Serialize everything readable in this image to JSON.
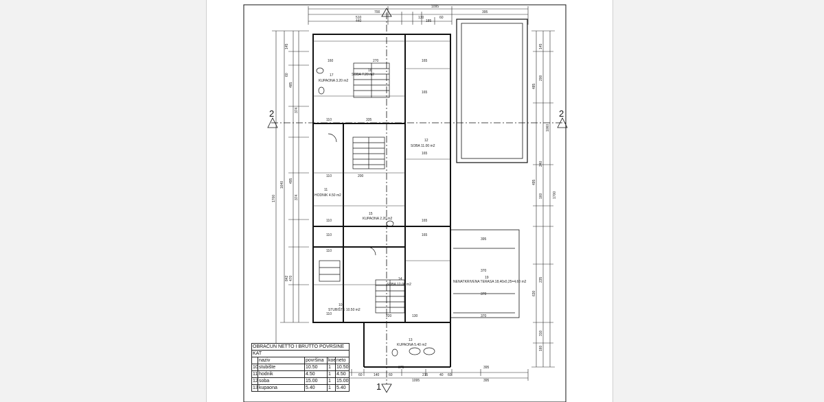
{
  "drawing": {
    "section_marker": "2",
    "bottom_marker": "1",
    "dims_top": {
      "overall": "1095",
      "left_part": "700",
      "segments_a": [
        "510",
        "130",
        "60"
      ],
      "right_part": "395",
      "segments_b": [
        "440",
        "185"
      ]
    },
    "dims_left": [
      "1700",
      "1640",
      "145",
      "60",
      "485",
      "374",
      "495",
      "374",
      "842",
      "470"
    ],
    "dims_right": [
      "145",
      "200",
      "485",
      "1060",
      "1700",
      "240",
      "495",
      "160",
      "235",
      "630",
      "310",
      "160"
    ],
    "dims_bottom": {
      "overall": "1095",
      "segments": [
        "95",
        "140",
        "60",
        "375",
        "215",
        "395",
        "60",
        "40",
        "60",
        "80"
      ]
    },
    "inner_dims": [
      "160",
      "270",
      "165",
      "165",
      "165",
      "165",
      "110",
      "335",
      "110",
      "110",
      "200",
      "110",
      "110",
      "110",
      "165",
      "395",
      "370",
      "370",
      "370",
      "220",
      "130"
    ],
    "rooms": [
      {
        "num": "17",
        "name": "KUPAONA 3.20 m2"
      },
      {
        "num": "16",
        "name": "SOBA 7.20 m2"
      },
      {
        "num": "12",
        "name": "SOBA 11.00 m2"
      },
      {
        "num": "11",
        "name": "HODNIK 4.50 m2"
      },
      {
        "num": "15",
        "name": "KUPAONA 2.20 m2"
      },
      {
        "num": "14",
        "name": "SOBA 12.00 m2"
      },
      {
        "num": "10",
        "name": "STUBIŠTE 10.50 m2"
      },
      {
        "num": "19",
        "name": "NENATKRIVENA TERASA 18,40x0,25=4,60 m2"
      },
      {
        "num": "13",
        "name": "KUPAONA 5.40 m2"
      }
    ]
  },
  "table": {
    "title": "OBRAČUN NETTO I BRUTTO POVRŠINE",
    "floor": "KAT",
    "headers": [
      "",
      "naziv",
      "površina",
      "koef.",
      "neto"
    ],
    "rows": [
      [
        "10",
        "stubište",
        "10.50",
        "1",
        "10.50"
      ],
      [
        "11",
        "hodnik",
        "4.50",
        "1",
        "4.50"
      ],
      [
        "12",
        "soba",
        "15.00",
        "1",
        "15.00"
      ],
      [
        "13",
        "kupaona",
        "5.40",
        "1",
        "5.40"
      ]
    ]
  },
  "colors": {
    "background": "#f2f2f2",
    "sheet": "#ffffff",
    "ink": "#111111"
  }
}
